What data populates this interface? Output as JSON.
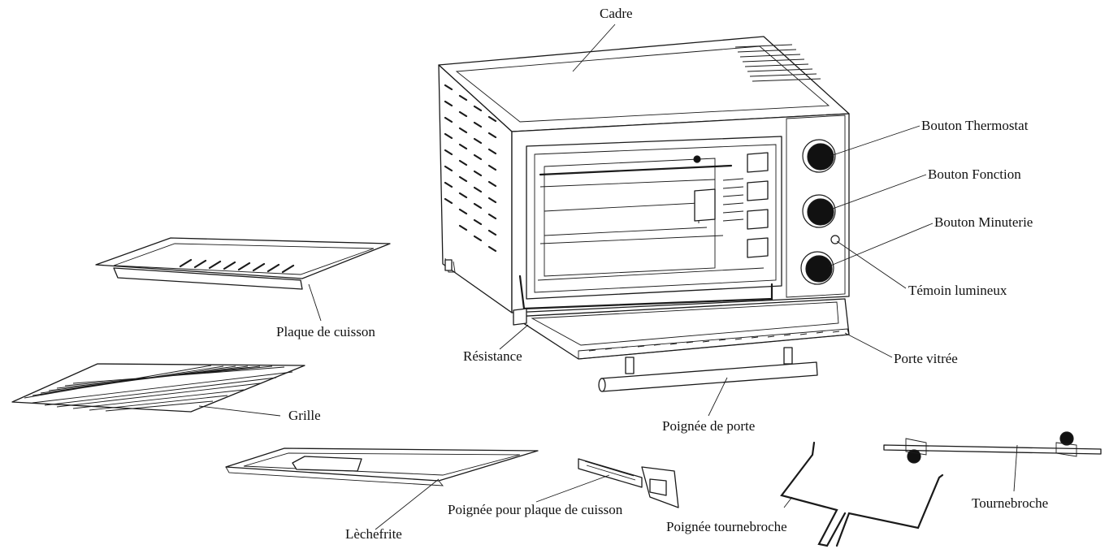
{
  "labels": {
    "cadre": "Cadre",
    "bouton_thermostat": "Bouton Thermostat",
    "bouton_fonction": "Bouton Fonction",
    "bouton_minuterie": "Bouton Minuterie",
    "temoin_lumineux": "Témoin lumineux",
    "plaque_de_cuisson": "Plaque de cuisson",
    "resistance": "Résistance",
    "porte_vitree": "Porte vitrée",
    "grille": "Grille",
    "poignee_de_porte": "Poignée de porte",
    "tournebroche": "Tournebroche",
    "poignee_plaque": "Poignée pour plaque de cuisson",
    "poignee_tournebroche": "Poignée tournebroche",
    "lechefrite": "Lèchefrite"
  }
}
